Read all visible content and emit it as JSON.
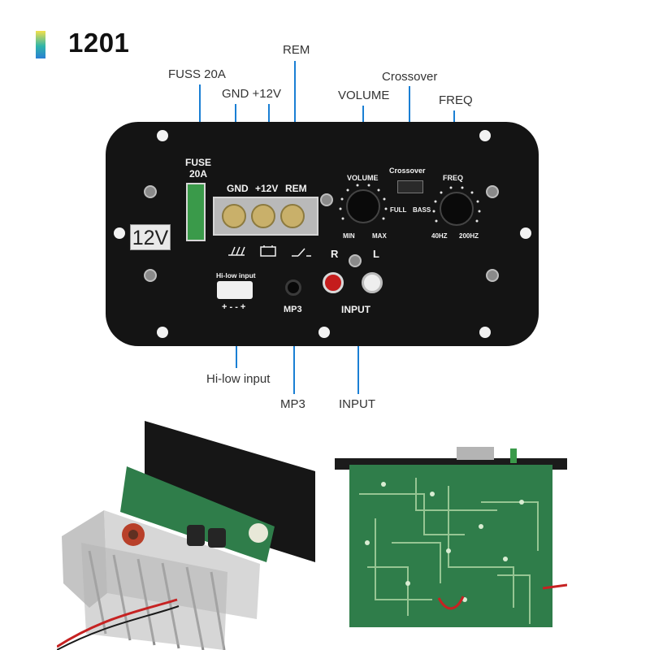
{
  "title": "1201",
  "callouts": {
    "fuss": "FUSS 20A",
    "gnd_12v": "GND +12V",
    "rem": "REM",
    "volume": "VOLUME",
    "crossover": "Crossover",
    "freq": "FREQ",
    "hilow": "Hi-low input",
    "mp3": "MP3",
    "input": "INPUT"
  },
  "panel": {
    "fuse_line1": "FUSE",
    "fuse_line2": "20A",
    "gnd": "GND",
    "plus12": "+12V",
    "rem": "REM",
    "voltage": "12V",
    "volume": "VOLUME",
    "min": "MIN",
    "max": "MAX",
    "crossover": "Crossover",
    "full": "FULL",
    "bass": "BASS",
    "freq": "FREQ",
    "hz40": "40HZ",
    "hz200": "200HZ",
    "hilow": "Hi-low input",
    "hilow_pins": "+ - - +",
    "mp3": "MP3",
    "r": "R",
    "l": "L",
    "input": "INPUT"
  },
  "colors": {
    "accent_line": "#1a7fd4",
    "panel": "#141414",
    "pcb_green": "#2f7d4a"
  }
}
